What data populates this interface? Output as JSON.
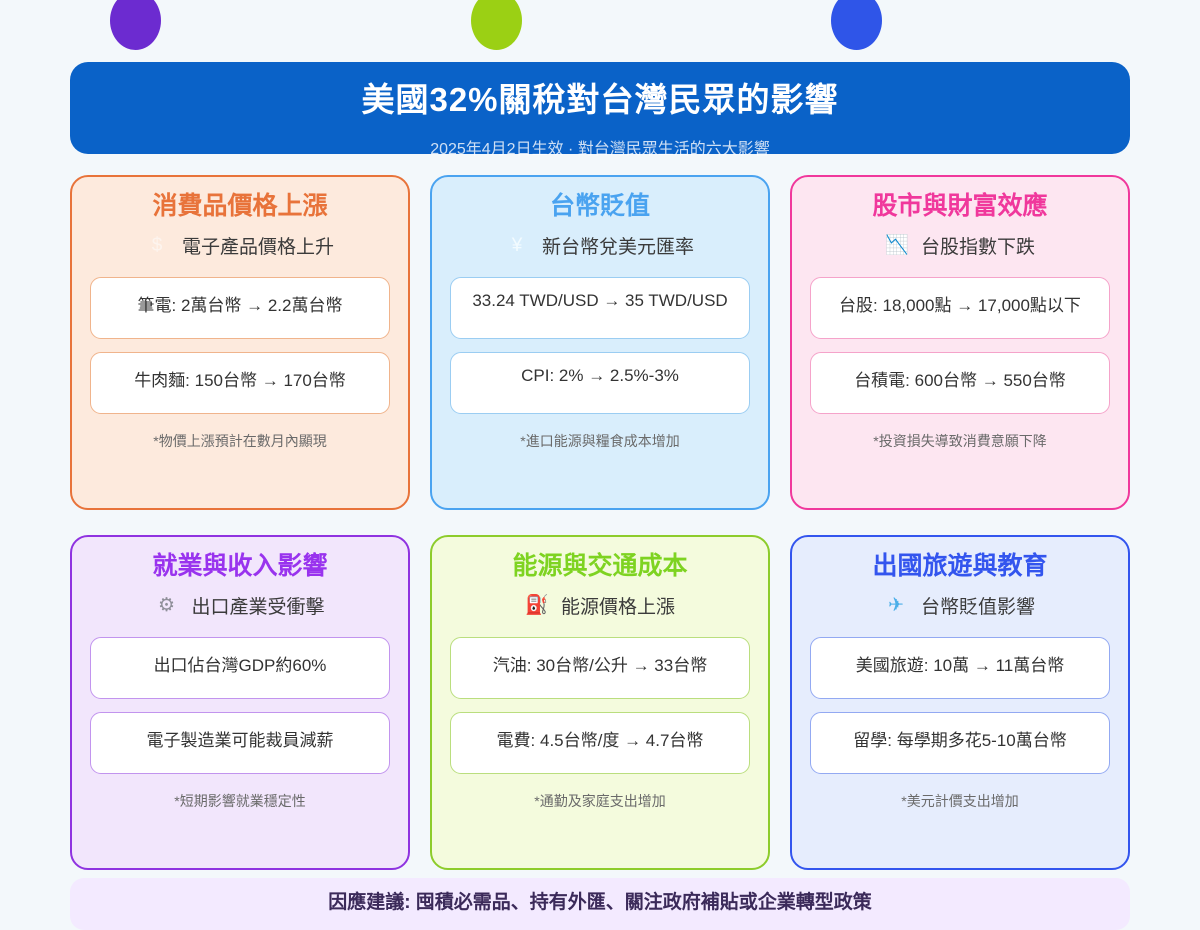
{
  "page": {
    "background_color": "#f3f8fb"
  },
  "decorations": {
    "circles": [
      {
        "name": "purple-circle",
        "color": "#6c2bd0"
      },
      {
        "name": "green-circle",
        "color": "#9bd014"
      },
      {
        "name": "blue-circle",
        "color": "#2f55e8"
      }
    ]
  },
  "header": {
    "background_color": "#0a62c8",
    "title": "美國32%關稅對台灣民眾的影響",
    "subtitle": "2025年4月2日生效 · 對台灣民眾生活的六大影響"
  },
  "cards": [
    {
      "title": "消費品價格上漲",
      "title_color": "#e8733a",
      "background_color": "#fdeadd",
      "border_color": "#e8733a",
      "box_border_color": "#f0b48c",
      "icon": "dollar-icon",
      "icon_glyph": "$",
      "icon_color": "#fdf4ee",
      "subtitle": "電子產品價格上升",
      "stats": [
        "筆電: 2萬台幣 → 2.2萬台幣",
        "牛肉麵: 150台幣 → 170台幣"
      ],
      "note": "*物價上漲預計在數月內顯現"
    },
    {
      "title": "台幣貶值",
      "title_color": "#4aa3f0",
      "background_color": "#d9eefc",
      "border_color": "#4aa3f0",
      "box_border_color": "#9bcdf2",
      "icon": "yen-currency-icon",
      "icon_glyph": "¥",
      "icon_color": "#f2fbff",
      "subtitle": "新台幣兌美元匯率",
      "stats": [
        "33.24 TWD/USD → 35 TWD/USD",
        "CPI: 2% → 2.5%-3%"
      ],
      "note": "*進口能源與糧食成本增加"
    },
    {
      "title": "股市與財富效應",
      "title_color": "#f0389c",
      "background_color": "#fde6f1",
      "border_color": "#f0389c",
      "box_border_color": "#f5a3ca",
      "icon": "chart-decline-icon",
      "icon_glyph": "📉",
      "icon_color": "#fdf0f7",
      "subtitle": "台股指數下跌",
      "stats": [
        "台股: 18,000點 → 17,000點以下",
        "台積電: 600台幣 → 550台幣"
      ],
      "note": "*投資損失導致消費意願下降"
    },
    {
      "title": "就業與收入影響",
      "title_color": "#9933ee",
      "background_color": "#f2e6fc",
      "border_color": "#8f33e0",
      "box_border_color": "#c294ee",
      "icon": "factory-gear-icon",
      "icon_glyph": "⚙",
      "icon_color": "#8f8f99",
      "subtitle": "出口產業受衝擊",
      "stats": [
        "出口佔台灣GDP約60%",
        "電子製造業可能裁員減薪"
      ],
      "note": "*短期影響就業穩定性"
    },
    {
      "title": "能源與交通成本",
      "title_color": "#7ed321",
      "background_color": "#f4fbdd",
      "border_color": "#8dcc2b",
      "box_border_color": "#bade7e",
      "icon": "fuel-pump-icon",
      "icon_glyph": "⛽",
      "icon_color": "#d93025",
      "subtitle": "能源價格上漲",
      "stats": [
        "汽油: 30台幣/公升 → 33台幣",
        "電費: 4.5台幣/度 → 4.7台幣"
      ],
      "note": "*通勤及家庭支出增加"
    },
    {
      "title": "出國旅遊與教育",
      "title_color": "#3355ee",
      "background_color": "#e6edfd",
      "border_color": "#3355ee",
      "box_border_color": "#93a9f2",
      "icon": "airplane-icon",
      "icon_glyph": "✈",
      "icon_color": "#4aaee8",
      "subtitle": "台幣貶值影響",
      "stats": [
        "美國旅遊: 10萬 → 11萬台幣",
        "留學: 每學期多花5-10萬台幣"
      ],
      "note": "*美元計價支出增加"
    }
  ],
  "footer": {
    "background_color": "#f3eaff",
    "text": "因應建議: 囤積必需品、持有外匯、關注政府補貼或企業轉型政策"
  }
}
